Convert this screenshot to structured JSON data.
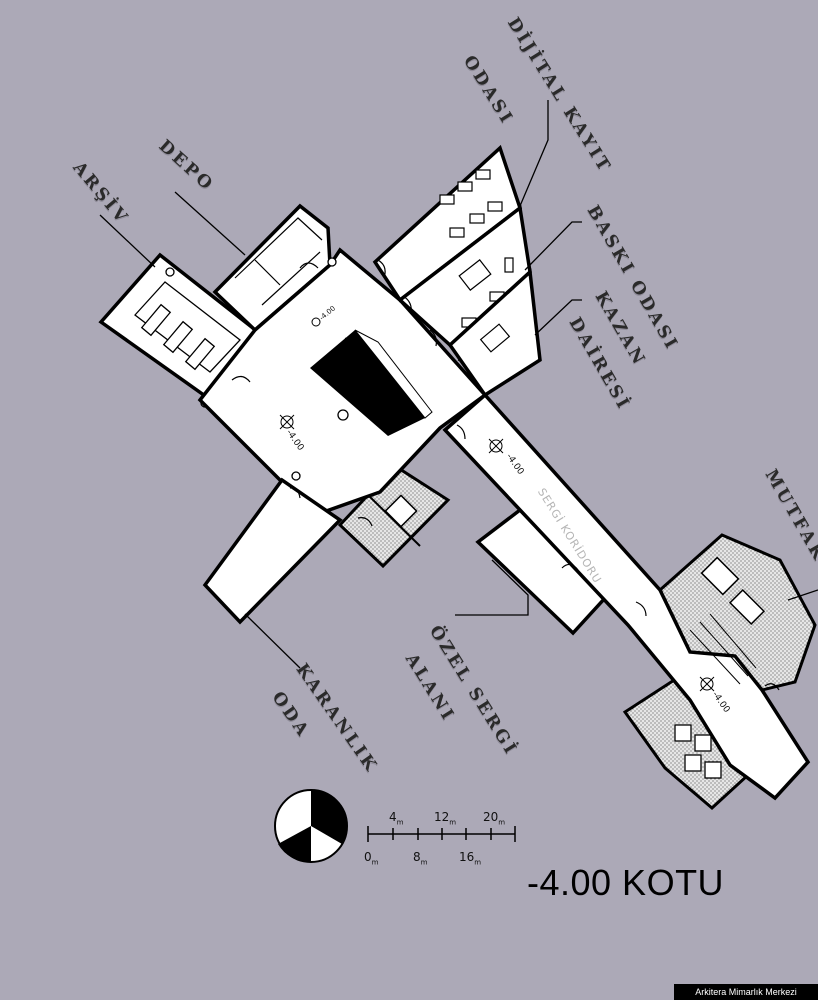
{
  "rooms": {
    "dijital_kayit_line1": "DİJİTAL KAYIT",
    "dijital_kayit_line2": "ODASI",
    "depo": "DEPO",
    "arsiv": "ARŞİV",
    "baski_odasi": "BASKI ODASI",
    "kazan_line1": "KAZAN",
    "kazan_line2": "DAİRESİ",
    "mutfak": "MUTFAK",
    "karanlik_line1": "KARANLIK",
    "karanlik_line2": "ODA",
    "ozel_sergi_line1": "ÖZEL SERGİ",
    "ozel_sergi_line2": "ALANI",
    "sergi_koridoru": "SERGİ KORİDORU"
  },
  "levels": [
    "-4.00",
    "-4.00",
    "-4.00",
    "-4.00"
  ],
  "scale": {
    "top": [
      {
        "num": "4",
        "unit": "m"
      },
      {
        "num": "12",
        "unit": "m"
      },
      {
        "num": "20",
        "unit": "m"
      }
    ],
    "bottom": [
      {
        "num": "0",
        "unit": "m"
      },
      {
        "num": "8",
        "unit": "m"
      },
      {
        "num": "16",
        "unit": "m"
      }
    ]
  },
  "level_title": "-4.00 KOTU",
  "credit": "Arkitera Mimarlık Merkezi",
  "colors": {
    "background": "#aca9b7",
    "floor": "#ffffff",
    "walls": "#000000",
    "wet_area": "#d9d9d9"
  }
}
